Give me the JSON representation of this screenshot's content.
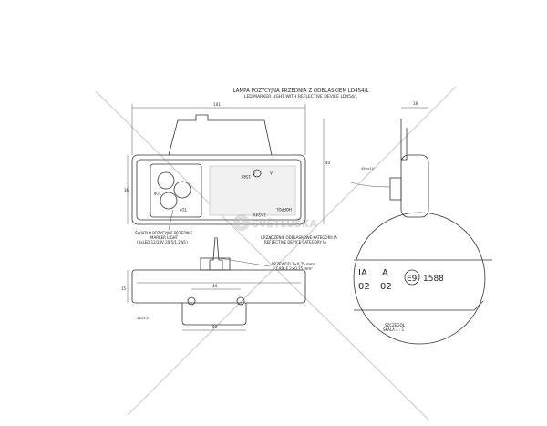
{
  "title": {
    "line1": "LAMPA POZYCYJNA PRZEDNIA Z ODBLASKIEM LD454/L",
    "line2": "LED MARKER LIGHT WITH REFLECTIVE DEVICE LD454/L"
  },
  "dimensions": {
    "width": "101",
    "depth": "18",
    "height_total": "40",
    "height_front": "36",
    "cable_length": "450±10",
    "hole_spacing": "44",
    "bracket_width": "50",
    "thickness": "15",
    "holes": "2x∅5,5"
  },
  "lens_markings": {
    "top": "TOP",
    "ia": "IA",
    "a": "A",
    "code1": "02",
    "code2": "02",
    "approval_mark": "E9",
    "approval_number": "1588",
    "brand": "HORPOL",
    "voltage": "12/24V"
  },
  "callouts": {
    "marker_light": {
      "line1": "ŚWIATŁO POZYCYJNE PRZEDNIE",
      "line2": "MARKER LIGHT",
      "line3": "(3xLED 12/24V 20,5/1,2W1)"
    },
    "reflector": {
      "line1": "URZĄDZENIE ODBLASKOWE KATEGORII IA",
      "line2": "REFLECTIVE DEVICE CATEGORY IA"
    },
    "cable": {
      "line1": "PRZEWÓD 2×0,75 mm²",
      "line2": "CABLE 2×0,75 mm²"
    },
    "detail": {
      "line1": "SZCZEGÓŁ",
      "line2": "SKALA 4 : 1"
    }
  },
  "watermark": {
    "brand": "SVĚTLUŠKA",
    "badge": "5"
  }
}
